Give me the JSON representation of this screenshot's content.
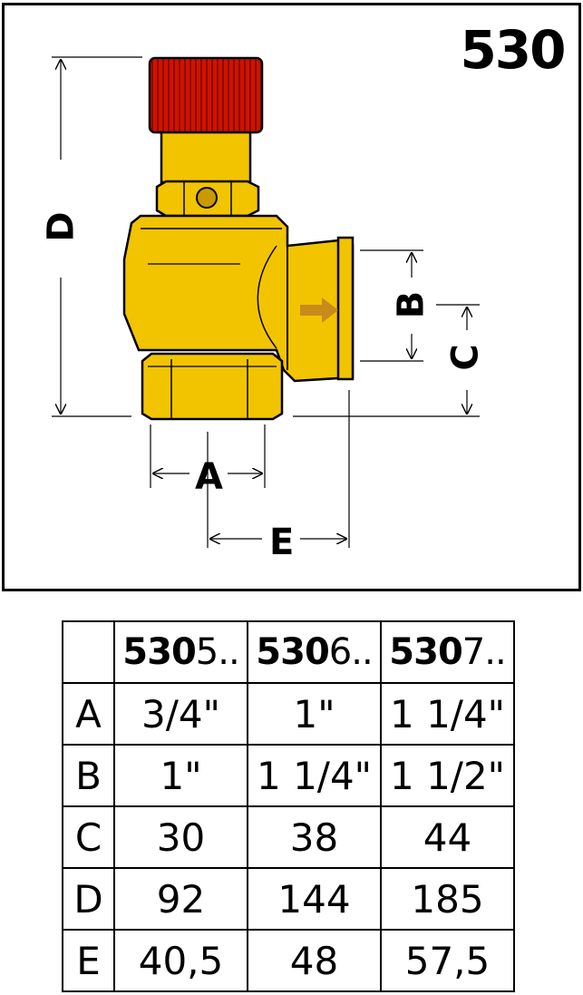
{
  "drawing": {
    "model_number": "530",
    "dimension_labels": {
      "a": "A",
      "b": "B",
      "c": "C",
      "d": "D",
      "e": "E"
    },
    "colors": {
      "brass": "#f2c400",
      "brass_shadow": "#c89a00",
      "cap_red": "#cc1100",
      "arrow": "#c88a1a"
    }
  },
  "table": {
    "columns": [
      {
        "bold": "530",
        "rest": "5.."
      },
      {
        "bold": "530",
        "rest": "6.."
      },
      {
        "bold": "530",
        "rest": "7.."
      }
    ],
    "rows": [
      {
        "label": "A",
        "values": [
          "3/4\"",
          "1\"",
          "1 1/4\""
        ]
      },
      {
        "label": "B",
        "values": [
          "1\"",
          "1 1/4\"",
          "1 1/2\""
        ]
      },
      {
        "label": "C",
        "values": [
          "30",
          "38",
          "44"
        ]
      },
      {
        "label": "D",
        "values": [
          "92",
          "144",
          "185"
        ]
      },
      {
        "label": "E",
        "values": [
          "40,5",
          "48",
          "57,5"
        ]
      }
    ]
  }
}
